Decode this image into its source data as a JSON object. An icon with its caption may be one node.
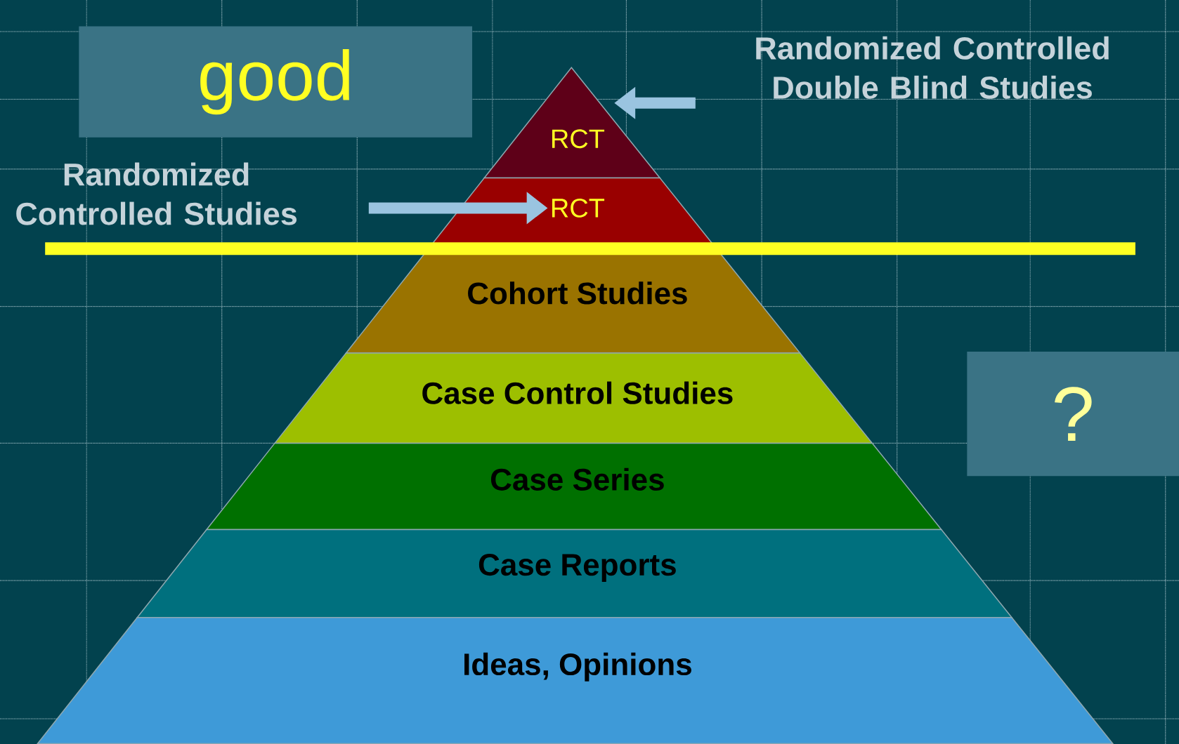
{
  "diagram": {
    "nodes": [
      {
        "text": [
          "good"
        ]
      },
      {
        "text": [
          "Randomized Controlled Double Blind Studies"
        ]
      },
      {
        "text": [
          "RCT"
        ]
      },
      {
        "text": [
          "Randomized Controlled Studies"
        ]
      },
      {
        "text": [
          "RCT"
        ]
      },
      {
        "text": [
          "Cohort Studies"
        ]
      },
      {
        "text": [
          "Case Control Studies"
        ]
      },
      {
        "text": [
          "Case Series"
        ]
      },
      {
        "text": [
          "Case Reports"
        ]
      },
      {
        "text": [
          "Ideas, Opinions"
        ]
      },
      {
        "text": [
          "?"
        ]
      }
    ],
    "edges": [
      {
        "from": 1,
        "to": 2,
        "arrow": "to"
      },
      {
        "from": 3,
        "to": 4,
        "arrow": "to"
      }
    ]
  }
}
